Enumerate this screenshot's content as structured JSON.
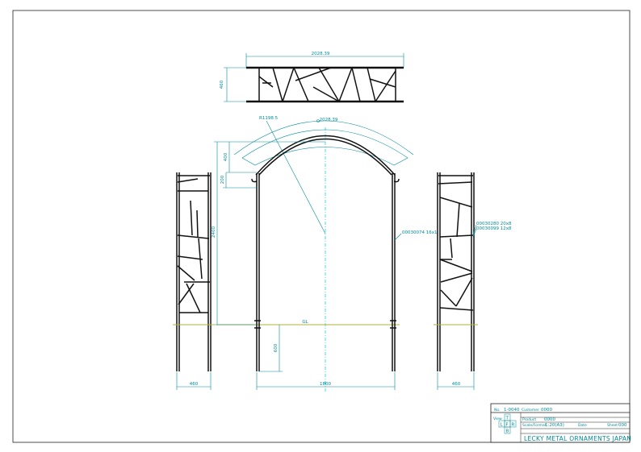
{
  "drawing": {
    "dimensions": {
      "top_width": "2028.39",
      "top_depth": "460",
      "arch_length": "2028.39",
      "radius": "R1198.5",
      "arch_band": "400",
      "side_offset": "200",
      "height": "2400",
      "ground_depth": "600",
      "front_width": "1800",
      "left_depth": "460",
      "right_depth": "460"
    },
    "labels": {
      "ground": "GL",
      "member_main": "00030074 16x1",
      "member_a": "00030280 20x8",
      "member_b": "00030099 12x8"
    },
    "colors": {
      "dimension": "#008b9a",
      "steel": "#111111",
      "centerline": "#00c8e0",
      "ground_line": "#b5b33a"
    }
  },
  "title_block": {
    "drawing_no_label": "No.",
    "drawing_no": "1-0040",
    "field1_label": "Customer",
    "field1_value": "0000",
    "field2_label": "Product",
    "field2_value": "0000",
    "scale_label": "Scale/Format",
    "scale_value": "1:20(A3)",
    "date_label": "Date",
    "sheet_label": "Sheet",
    "sheet_value": "000",
    "view_label": "View",
    "view_letters": [
      "T",
      "L",
      "F",
      "R",
      "B"
    ],
    "company": "LECKY METAL ORNAMENTS JAPAN"
  }
}
